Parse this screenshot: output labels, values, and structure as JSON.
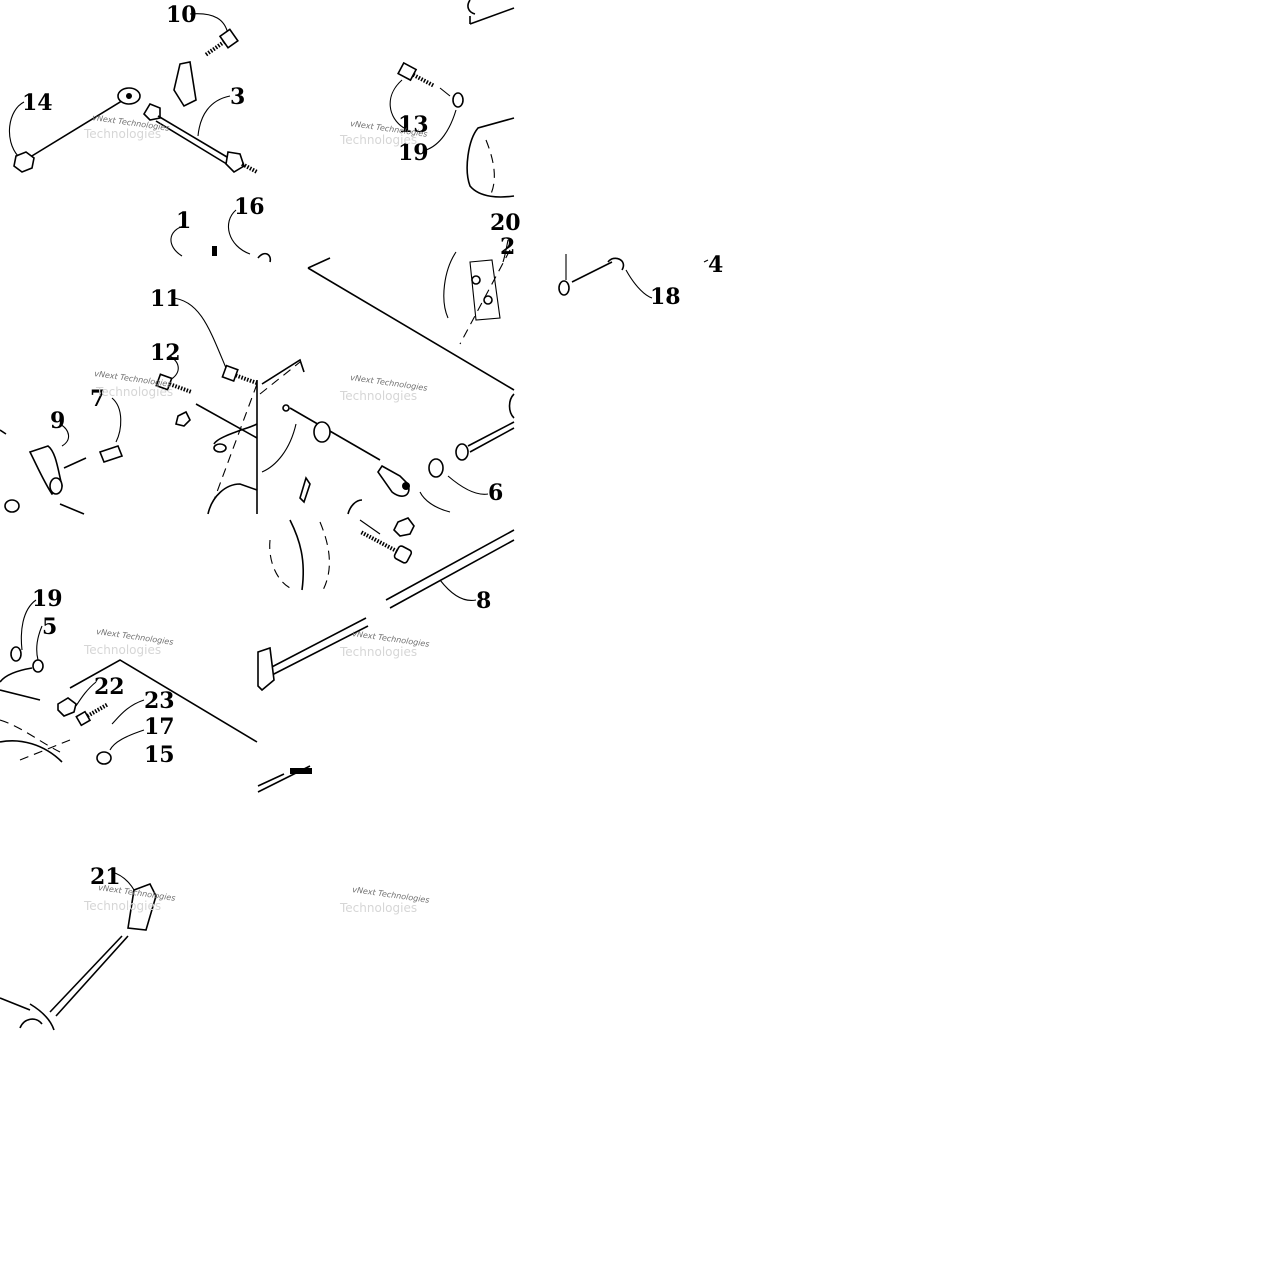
{
  "diagram": {
    "callouts": [
      "10",
      "14",
      "3",
      "13",
      "19",
      "1",
      "16",
      "20",
      "2",
      "4",
      "18",
      "11",
      "12",
      "7",
      "9",
      "6",
      "8",
      "19",
      "5",
      "22",
      "23",
      "17",
      "15",
      "21"
    ],
    "watermark": "vNext Technologies"
  }
}
